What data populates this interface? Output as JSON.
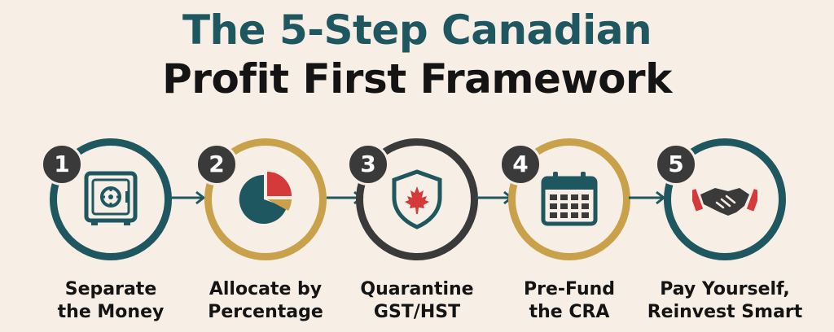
{
  "title": {
    "line1": "The 5-Step Canadian",
    "line2": "Profit First Framework"
  },
  "colors": {
    "teal": "#1f5761",
    "gold": "#c9a14a",
    "dark": "#3a3a3a",
    "red": "#d43a3a",
    "background": "#f7efe6"
  },
  "steps": [
    {
      "number": "1",
      "label_line1": "Separate",
      "label_line2": "the Money",
      "icon": "safe-icon",
      "ring": "teal"
    },
    {
      "number": "2",
      "label_line1": "Allocate by",
      "label_line2": "Percentage",
      "icon": "pie-chart-icon",
      "ring": "gold"
    },
    {
      "number": "3",
      "label_line1": "Quarantine",
      "label_line2": "GST/HST",
      "icon": "maple-leaf-shield-icon",
      "ring": "dark"
    },
    {
      "number": "4",
      "label_line1": "Pre-Fund",
      "label_line2": "the CRA",
      "icon": "calendar-icon",
      "ring": "gold"
    },
    {
      "number": "5",
      "label_line1": "Pay Yourself,",
      "label_line2": "Reinvest Smart",
      "icon": "handshake-icon",
      "ring": "teal"
    }
  ]
}
